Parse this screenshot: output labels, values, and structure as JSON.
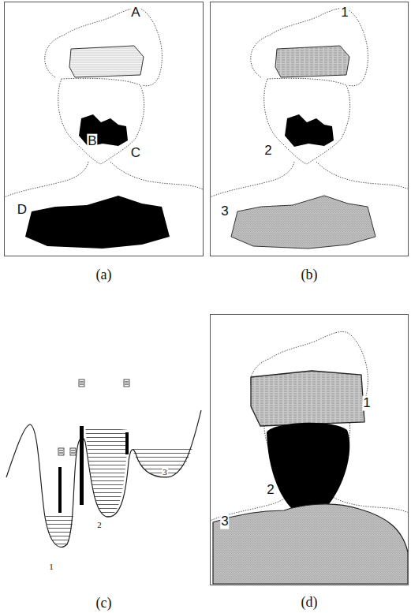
{
  "diagram": {
    "nodes": [
      {
        "text": [
          "(a)"
        ]
      },
      {
        "text": [
          "(b)"
        ]
      },
      {
        "text": [
          "(c)"
        ]
      },
      {
        "text": [
          "(d)"
        ]
      }
    ],
    "labels": [
      "A",
      "B",
      "C",
      "D",
      "1",
      "2",
      "3",
      "1",
      "2",
      "3",
      "1",
      "2",
      "3"
    ]
  }
}
